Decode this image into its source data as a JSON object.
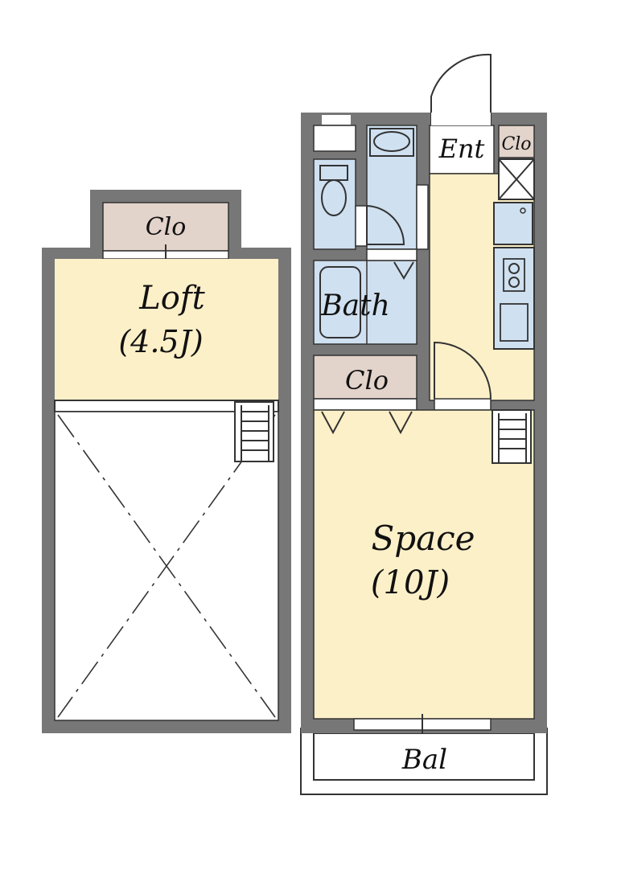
{
  "labels": {
    "loft_closet": "Clo",
    "loft": "Loft",
    "loft_size": "(4.5J)",
    "entrance": "Ent",
    "entrance_closet": "Clo",
    "bath": "Bath",
    "closet": "Clo",
    "space": "Space",
    "space_size": "(10J)",
    "balcony": "Bal"
  },
  "colors": {
    "wall": "#777777",
    "room_floor": "#fcf0c8",
    "wet_area": "#cfe0f0",
    "closet": "#e2d3cb",
    "void": "#ffffff"
  }
}
